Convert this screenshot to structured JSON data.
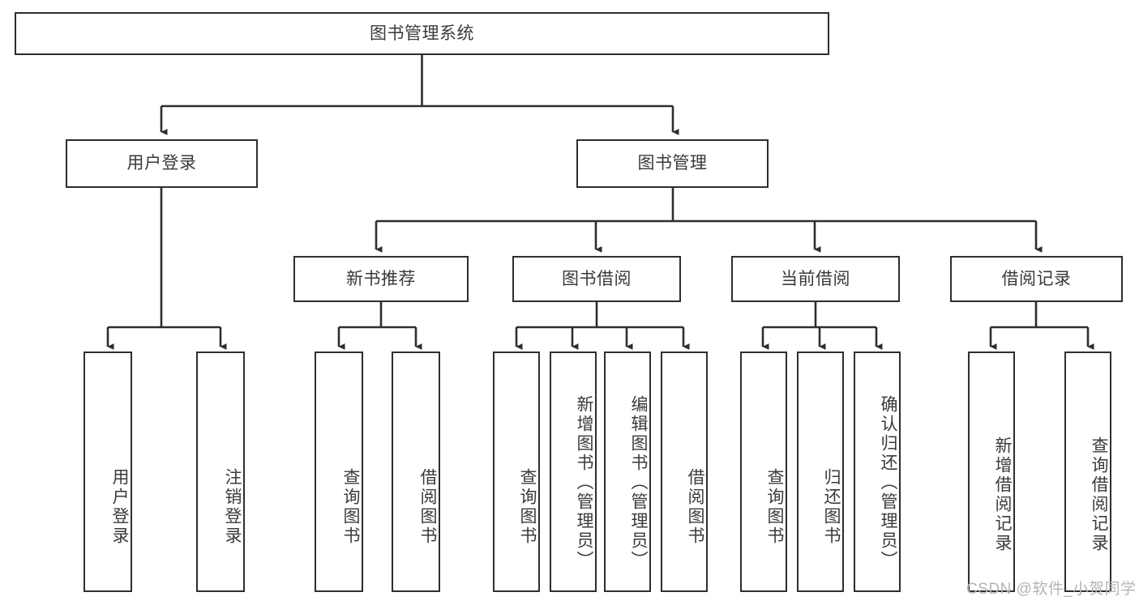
{
  "diagram": {
    "title": "图书管理系统",
    "type": "hierarchy-tree",
    "orientation": "top-down",
    "colors": {
      "stroke": "#2e2e2e",
      "fill": "#ffffff",
      "text": "#3a3a3a",
      "watermark": "#b4b4b4"
    },
    "levels": {
      "root": {
        "label": "图书管理系统"
      },
      "level2": [
        {
          "id": "user-login",
          "label": "用户登录"
        },
        {
          "id": "book-management",
          "label": "图书管理"
        }
      ],
      "level3": [
        {
          "id": "new-book-recommend",
          "label": "新书推荐",
          "parent": "book-management"
        },
        {
          "id": "book-borrow",
          "label": "图书借阅",
          "parent": "book-management"
        },
        {
          "id": "current-borrow",
          "label": "当前借阅",
          "parent": "book-management"
        },
        {
          "id": "borrow-record",
          "label": "借阅记录",
          "parent": "book-management"
        }
      ],
      "leaves": [
        {
          "id": "leaf-user-login",
          "label": "用户登录",
          "parent": "user-login"
        },
        {
          "id": "leaf-logout-login",
          "label": "注销登录",
          "parent": "user-login"
        },
        {
          "id": "leaf-query-book-1",
          "label": "查询图书",
          "parent": "new-book-recommend"
        },
        {
          "id": "leaf-borrow-book-1",
          "label": "借阅图书",
          "parent": "new-book-recommend"
        },
        {
          "id": "leaf-query-book-2",
          "label": "查询图书",
          "parent": "book-borrow"
        },
        {
          "id": "leaf-add-book",
          "label": "新增图书（管理员）",
          "parent": "book-borrow"
        },
        {
          "id": "leaf-edit-book",
          "label": "编辑图书（管理员）",
          "parent": "book-borrow"
        },
        {
          "id": "leaf-borrow-book-2",
          "label": "借阅图书",
          "parent": "book-borrow"
        },
        {
          "id": "leaf-query-book-3",
          "label": "查询图书",
          "parent": "current-borrow"
        },
        {
          "id": "leaf-return-book",
          "label": "归还图书",
          "parent": "current-borrow"
        },
        {
          "id": "leaf-confirm-return",
          "label": "确认归还（管理员）",
          "parent": "current-borrow"
        },
        {
          "id": "leaf-add-record",
          "label": "新增借阅记录",
          "parent": "borrow-record"
        },
        {
          "id": "leaf-query-record",
          "label": "查询借阅记录",
          "parent": "borrow-record"
        }
      ]
    },
    "watermark": "CSDN @软件_小贺同学"
  }
}
